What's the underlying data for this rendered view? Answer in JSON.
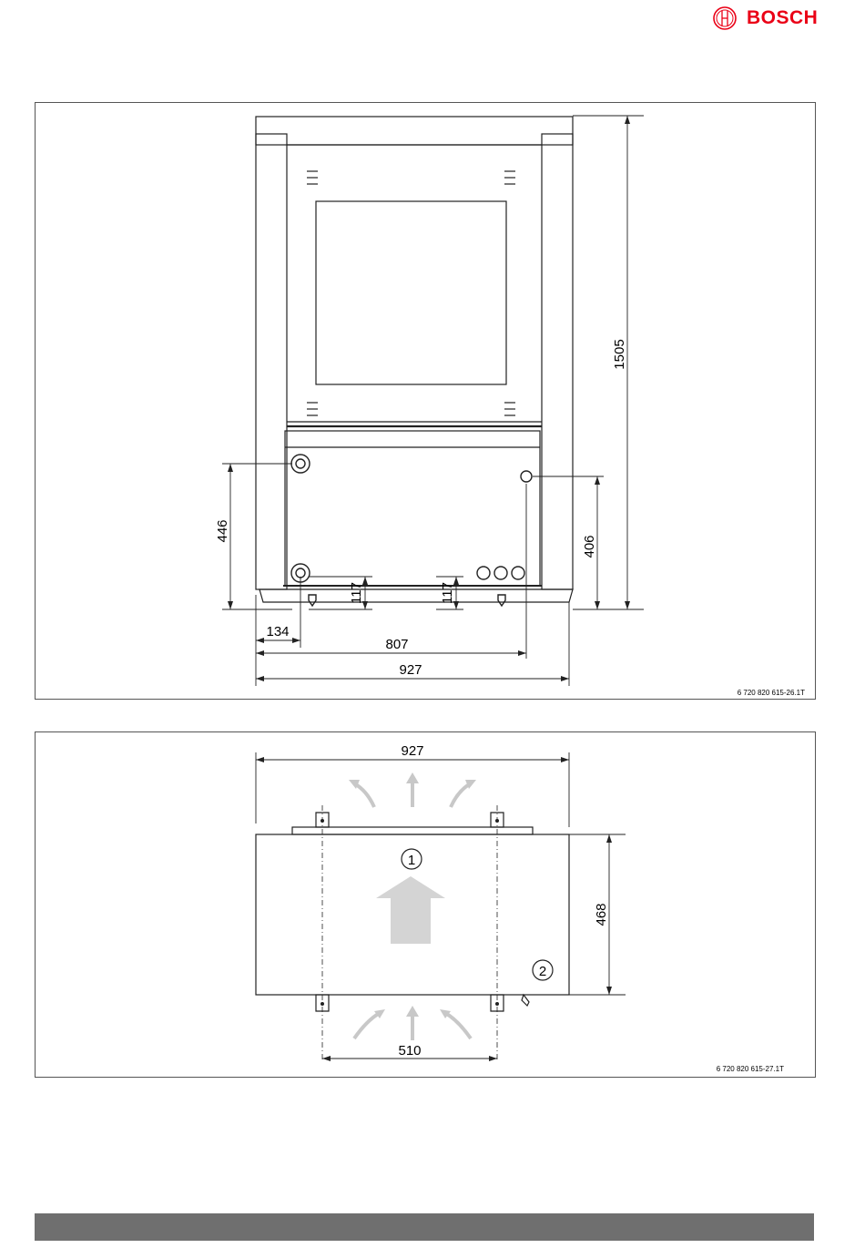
{
  "brand": {
    "name": "BOSCH",
    "color": "#ea0016"
  },
  "front_view": {
    "dimensions": {
      "height_total": "1505",
      "width_total": "927",
      "pipe_spacing": "807",
      "pipe_offset_left": "134",
      "pipe_height_left": "446",
      "pipe_height_right": "406",
      "connection_height_left": "117",
      "connection_height_right": "117"
    },
    "drawing_code": "6 720 820 615-26.1T"
  },
  "top_view": {
    "dimensions": {
      "width_total": "927",
      "depth_total": "468",
      "foot_spacing": "510"
    },
    "callouts": [
      "1",
      "2"
    ],
    "drawing_code": "6 720 820 615-27.1T"
  },
  "footer": {
    "bar_color": "#6f6f6f"
  }
}
